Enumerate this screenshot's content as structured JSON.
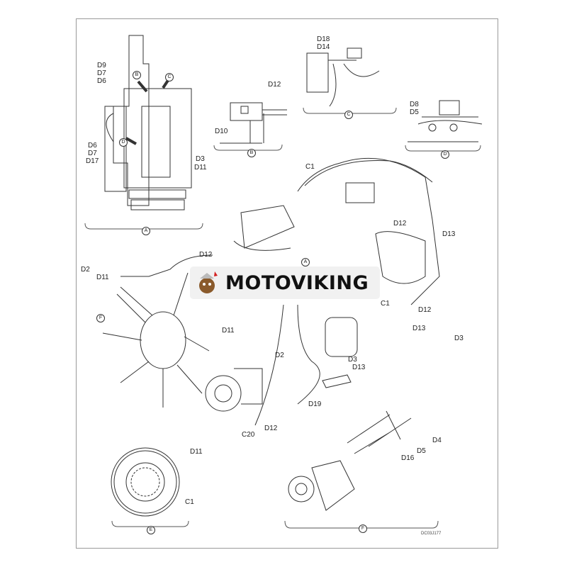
{
  "labels": [
    "D9",
    "D7",
    "D6",
    "D6",
    "D7",
    "D17",
    "D3",
    "D11",
    "D12",
    "D10",
    "D18",
    "D14",
    "D8",
    "D5",
    "C1",
    "D12",
    "D13",
    "D2",
    "D11",
    "D12",
    "D11",
    "D2",
    "D3",
    "D13",
    "D19",
    "C20",
    "D12",
    "C1",
    "D12",
    "D13",
    "D3",
    "D11",
    "C1",
    "D4",
    "D5",
    "D16"
  ],
  "view_markers": [
    "B",
    "C",
    "D",
    "A",
    "B",
    "C",
    "D",
    "A",
    "F",
    "E",
    "F"
  ],
  "drawing_code": "DC03J177",
  "watermark": {
    "brand": "MOTOVIKING",
    "text_color": "#111111",
    "accent": "#d42020"
  }
}
